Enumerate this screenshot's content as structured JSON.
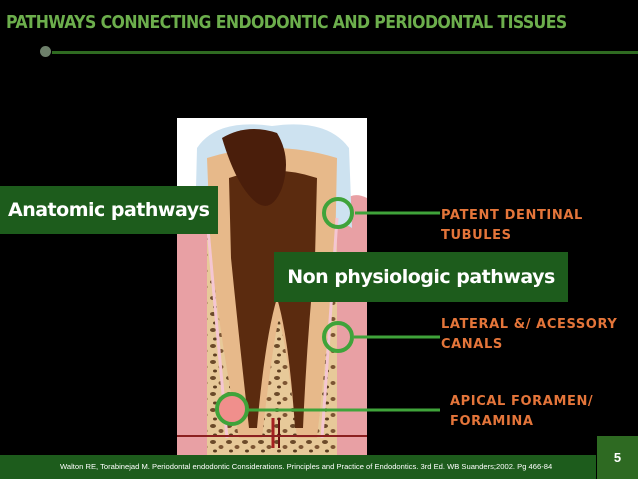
{
  "title": "PATHWAYS CONNECTING ENDODONTIC AND PERIODONTAL  TISSUES",
  "boxes": {
    "anatomic": "Anatomic pathways",
    "non_physiologic": "Non physiologic pathways"
  },
  "labels": {
    "patent_line1": "PATENT DENTINAL",
    "patent_line2": "TUBULES",
    "lateral_line1": "LATERAL &/ ACESSORY",
    "lateral_line2": "CANALS",
    "apical_line1": "APICAL FORAMEN/",
    "apical_line2": "FORAMINA"
  },
  "footer": {
    "citation": "Walton RE, Torabinejad M. Periodontal endodontic Considerations. Principles and Practice of Endodontics. 3rd Ed. WB Suanders;2002. Pg 466-84",
    "page_number": "5"
  },
  "colors": {
    "title": "#6cae4c",
    "box": "#1d5c1c",
    "label": "#e4753a",
    "connector": "#3fa33a"
  }
}
